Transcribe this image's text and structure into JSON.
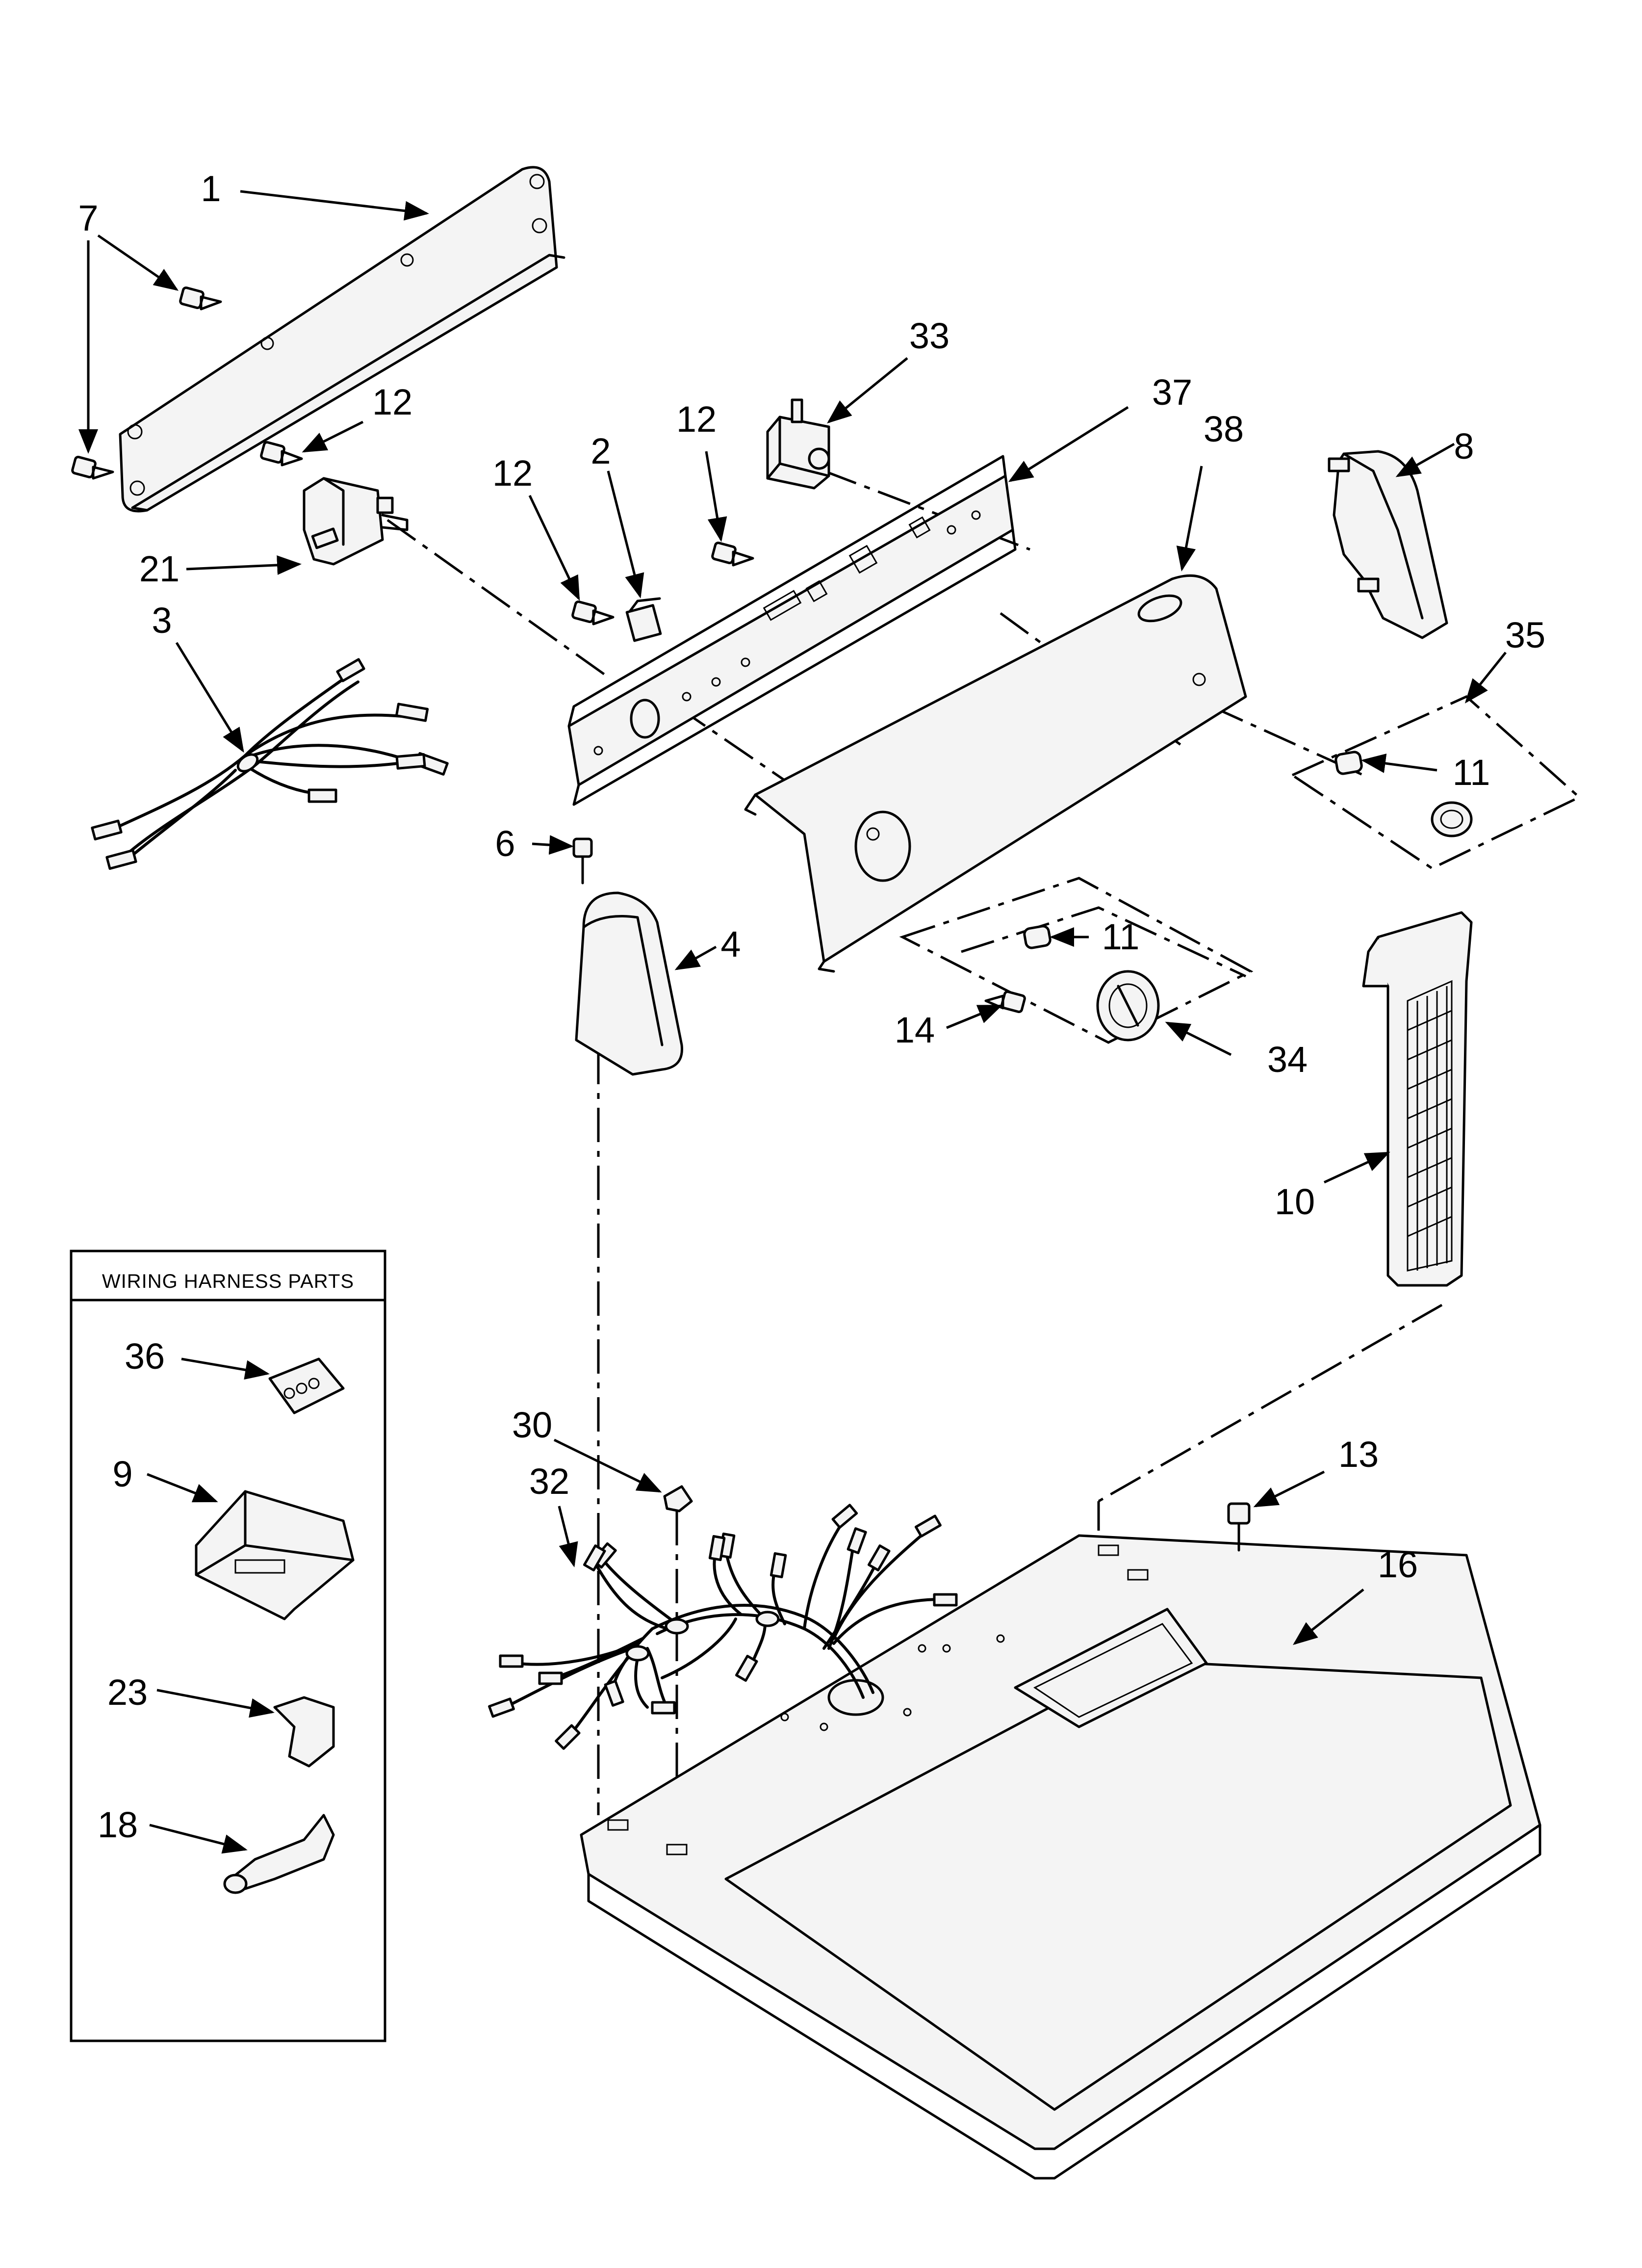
{
  "diagram": {
    "box_title": "WIRING HARNESS PARTS",
    "callouts": {
      "c1": "1",
      "c7": "7",
      "c12a": "12",
      "c12b": "12",
      "c12c": "12",
      "c2": "2",
      "c33": "33",
      "c37": "37",
      "c38": "38",
      "c8": "8",
      "c21": "21",
      "c3": "3",
      "c35": "35",
      "c11a": "11",
      "c11b": "11",
      "c6": "6",
      "c4": "4",
      "c14": "14",
      "c34": "34",
      "c10": "10",
      "c36": "36",
      "c9": "9",
      "c23": "23",
      "c18": "18",
      "c30": "30",
      "c32": "32",
      "c13": "13",
      "c16": "16"
    }
  }
}
